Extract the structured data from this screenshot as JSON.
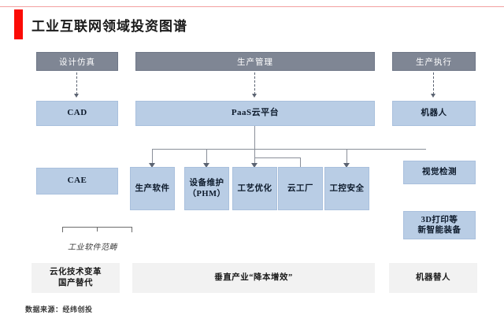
{
  "page": {
    "title": "工业互联网领域投资图谱",
    "source": "数据来源：经纬创投",
    "accent_color": "#fb0b06",
    "header_color": "#7f8694",
    "box_color": "#b9cde5",
    "footer_box_color": "#f2f2f2"
  },
  "columns": {
    "design": {
      "header": "设计仿真",
      "boxes": [
        "CAD",
        "CAE"
      ]
    },
    "production_management": {
      "header": "生产管理",
      "platform": "PaaS云平台",
      "children": [
        "生产软件",
        "设备维护\n（PHM）",
        "工艺优化",
        "云工厂",
        "工控安全"
      ]
    },
    "production_execution": {
      "header": "生产执行",
      "boxes": [
        "机器人",
        "视觉检测",
        "3D打印等\n新智能装备"
      ]
    }
  },
  "children_labels": {
    "c1": "生产软件",
    "c2_line1": "设备维护",
    "c2_line2": "（PHM）",
    "c3": "工艺优化",
    "c4": "云工厂",
    "c5": "工控安全"
  },
  "right_labels": {
    "r1": "机器人",
    "r2": "视觉检测",
    "r3_line1": "3D打印等",
    "r3_line2": "新智能装备"
  },
  "bracket_caption": "工业软件范畴",
  "footer_row": {
    "left_line1": "云化技术变革",
    "left_line2": "国产替代",
    "center": "垂直产业“降本增效”",
    "right": "机器替人"
  }
}
